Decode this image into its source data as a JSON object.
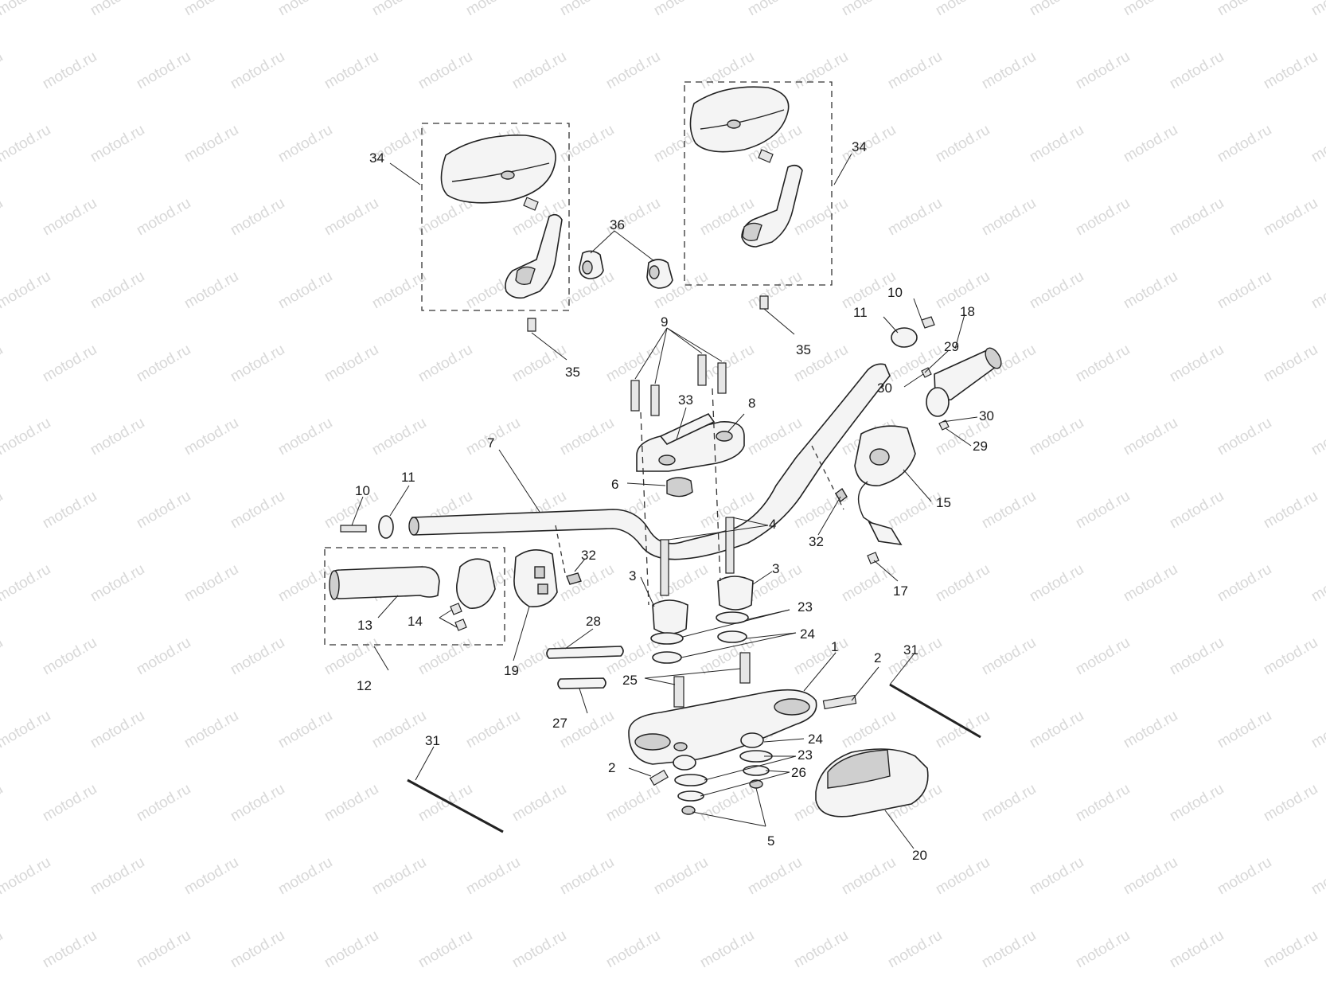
{
  "watermark": {
    "text": "motod.ru"
  },
  "diagram": {
    "callouts": [
      {
        "id": "c34a",
        "text": "34"
      },
      {
        "id": "c34b",
        "text": "34"
      },
      {
        "id": "c36",
        "text": "36"
      },
      {
        "id": "c35a",
        "text": "35"
      },
      {
        "id": "c35b",
        "text": "35"
      },
      {
        "id": "c9",
        "text": "9"
      },
      {
        "id": "c10a",
        "text": "10"
      },
      {
        "id": "c11a",
        "text": "11"
      },
      {
        "id": "c18",
        "text": "18"
      },
      {
        "id": "c29a",
        "text": "29"
      },
      {
        "id": "c30a",
        "text": "30"
      },
      {
        "id": "c30b",
        "text": "30"
      },
      {
        "id": "c29b",
        "text": "29"
      },
      {
        "id": "c33",
        "text": "33"
      },
      {
        "id": "c8",
        "text": "8"
      },
      {
        "id": "c7",
        "text": "7"
      },
      {
        "id": "c6",
        "text": "6"
      },
      {
        "id": "c15",
        "text": "15"
      },
      {
        "id": "c10b",
        "text": "10"
      },
      {
        "id": "c11b",
        "text": "11"
      },
      {
        "id": "c4",
        "text": "4"
      },
      {
        "id": "c32a",
        "text": "32"
      },
      {
        "id": "c32b",
        "text": "32"
      },
      {
        "id": "c3a",
        "text": "3"
      },
      {
        "id": "c3b",
        "text": "3"
      },
      {
        "id": "c17",
        "text": "17"
      },
      {
        "id": "c13",
        "text": "13"
      },
      {
        "id": "c14",
        "text": "14"
      },
      {
        "id": "c23a",
        "text": "23"
      },
      {
        "id": "c24a",
        "text": "24"
      },
      {
        "id": "c28",
        "text": "28"
      },
      {
        "id": "c12",
        "text": "12"
      },
      {
        "id": "c19",
        "text": "19"
      },
      {
        "id": "c1",
        "text": "1"
      },
      {
        "id": "c2a",
        "text": "2"
      },
      {
        "id": "c31a",
        "text": "31"
      },
      {
        "id": "c25",
        "text": "25"
      },
      {
        "id": "c27",
        "text": "27"
      },
      {
        "id": "c24b",
        "text": "24"
      },
      {
        "id": "c23b",
        "text": "23"
      },
      {
        "id": "c31b",
        "text": "31"
      },
      {
        "id": "c2b",
        "text": "2"
      },
      {
        "id": "c26",
        "text": "26"
      },
      {
        "id": "c5",
        "text": "5"
      },
      {
        "id": "c20",
        "text": "20"
      }
    ]
  }
}
